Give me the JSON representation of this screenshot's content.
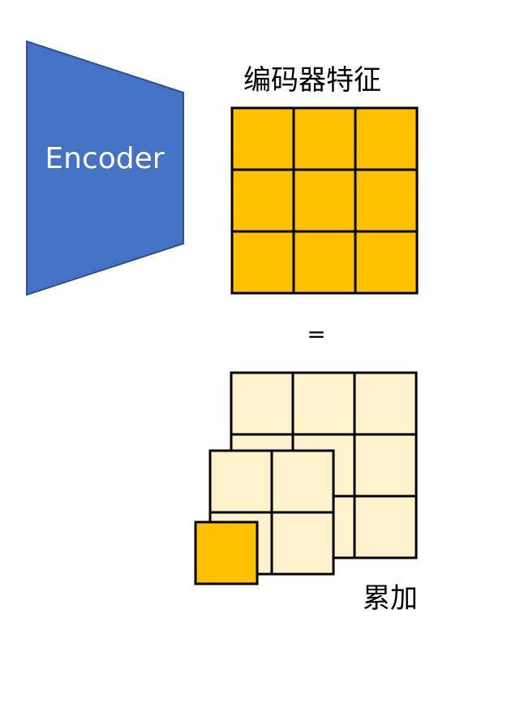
{
  "encoder": {
    "label": "Encoder",
    "fill": "#4472C4",
    "stroke": "#2F528F",
    "text_color": "#FFFFFF"
  },
  "feature_grid": {
    "title": "编码器特征",
    "rows": 3,
    "cols": 3,
    "fill": "#FFC000",
    "stroke": "#000000"
  },
  "equals": {
    "symbol": "="
  },
  "accumulation": {
    "label": "累加",
    "light_fill": "#FFF2CC",
    "dark_fill": "#FFC000",
    "stroke": "#000000",
    "layers": [
      {
        "rows": 3,
        "cols": 3
      },
      {
        "rows": 2,
        "cols": 2
      },
      {
        "rows": 1,
        "cols": 1
      }
    ]
  }
}
